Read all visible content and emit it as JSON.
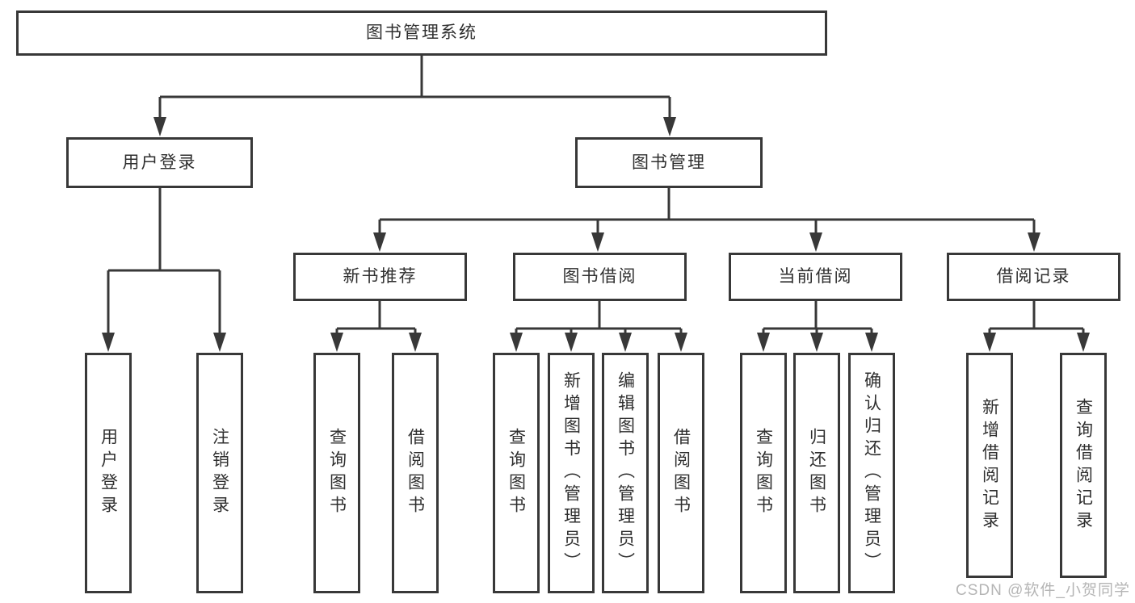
{
  "title": "图书管理系统",
  "watermark": "CSDN @软件_小贺同学",
  "colors": {
    "line": "#383838",
    "box_border": "#383838",
    "text": "#2f2f2f",
    "background": "#ffffff",
    "watermark": "#b5b5b5"
  },
  "tree": {
    "root": {
      "label": "图书管理系统"
    },
    "branches": [
      {
        "label": "用户登录",
        "children": [
          {
            "label": "用户登录"
          },
          {
            "label": "注销登录"
          }
        ]
      },
      {
        "label": "图书管理",
        "children": [
          {
            "label": "新书推荐",
            "children": [
              {
                "label": "查询图书"
              },
              {
                "label": "借阅图书"
              }
            ]
          },
          {
            "label": "图书借阅",
            "children": [
              {
                "label": "查询图书"
              },
              {
                "label": "新增图书（管理员）"
              },
              {
                "label": "编辑图书（管理员）"
              },
              {
                "label": "借阅图书"
              }
            ]
          },
          {
            "label": "当前借阅",
            "children": [
              {
                "label": "查询图书"
              },
              {
                "label": "归还图书"
              },
              {
                "label": "确认归还（管理员）"
              }
            ]
          },
          {
            "label": "借阅记录",
            "children": [
              {
                "label": "新增借阅记录"
              },
              {
                "label": "查询借阅记录"
              }
            ]
          }
        ]
      }
    ]
  }
}
